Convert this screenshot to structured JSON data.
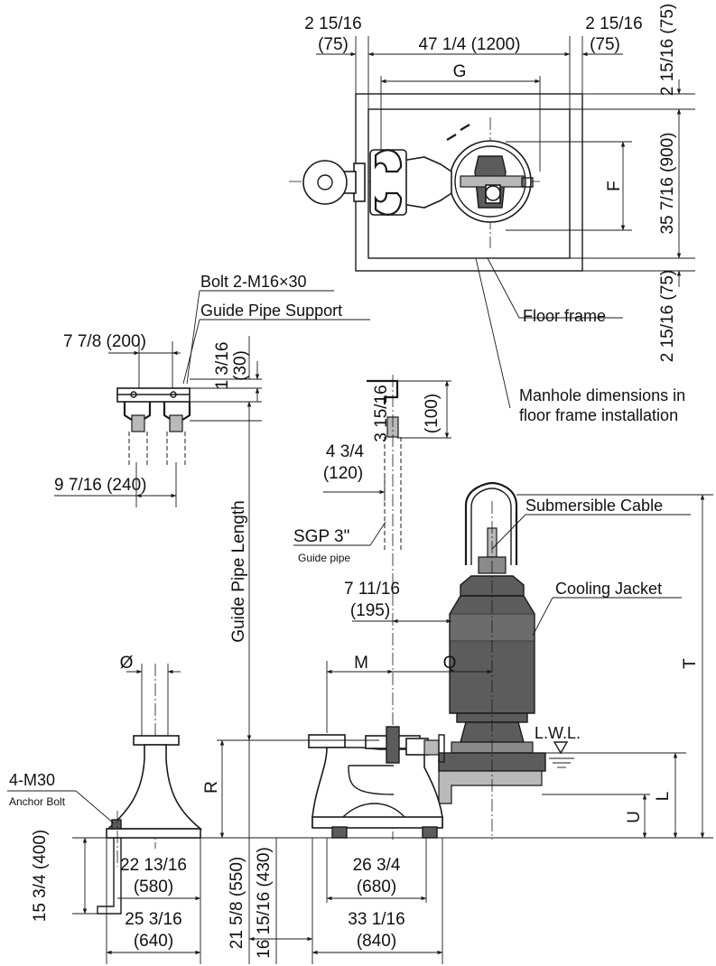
{
  "labels": {
    "dim_top_left_in": "2 15/16",
    "dim_top_left_mm": "(75)",
    "dim_top_center": "47 1/4 (1200)",
    "dim_top_right_in": "2 15/16",
    "dim_top_right_mm": "(75)",
    "dim_g": "G",
    "dim_f": "F",
    "dim_right_top": "2 15/16 (75)",
    "dim_right_mid": "35 7/16 (900)",
    "dim_right_bottom": "2 15/16 (75)",
    "floor_frame": "Floor frame",
    "manhole_line1": "Manhole dimensions in",
    "manhole_line2": "floor frame installation",
    "bolt": "Bolt 2-M16×30",
    "guide_pipe_support": "Guide Pipe Support",
    "dim_7_7_8": "7 7/8 (200)",
    "dim_1_3_16_in": "1 3/16",
    "dim_1_3_16_mm": "(30)",
    "dim_9_7_16": "9 7/16 (240)",
    "dim_3_15_16_in": "3 15/16",
    "dim_3_15_16_mm": "(100)",
    "dim_4_3_4_in": "4 3/4",
    "dim_4_3_4_mm": "(120)",
    "sgp": "SGP 3\"",
    "guide_pipe": "Guide pipe",
    "guide_pipe_length": "Guide Pipe Length",
    "submersible_cable": "Submersible Cable",
    "cooling_jacket": "Cooling Jacket",
    "dim_7_11_16_in": "7 11/16",
    "dim_7_11_16_mm": "(195)",
    "dim_m": "M",
    "dim_q": "Q",
    "dim_t": "T",
    "dim_r": "R",
    "dim_l": "L",
    "dim_u": "U",
    "lwl": "L.W.L.",
    "dim_phi": "Ø",
    "anchor_count": "4-M30",
    "anchor_bolt": "Anchor Bolt",
    "dim_15_3_4": "15 3/4 (400)",
    "dim_22_13_16_in": "22 13/16",
    "dim_22_13_16_mm": "(580)",
    "dim_25_3_16_in": "25 3/16",
    "dim_25_3_16_mm": "(640)",
    "dim_21_5_8": "21 5/8 (550)",
    "dim_16_15_16": "16 15/16 (430)",
    "dim_26_3_4_in": "26 3/4",
    "dim_26_3_4_mm": "(680)",
    "dim_33_1_16_in": "33 1/16",
    "dim_33_1_16_mm": "(840)"
  }
}
